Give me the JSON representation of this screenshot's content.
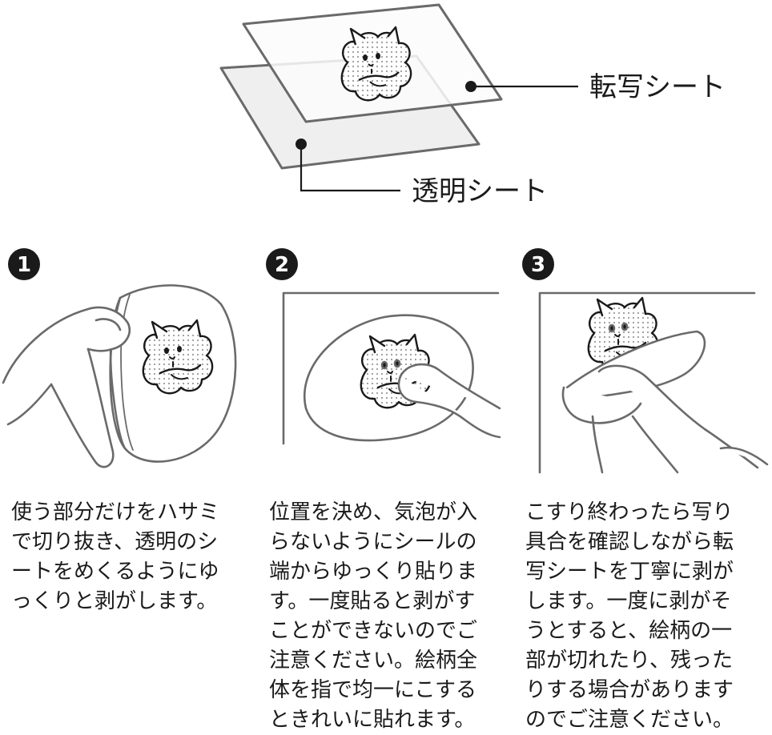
{
  "labels": {
    "transfer_sheet": "転写シート",
    "clear_sheet": "透明シート"
  },
  "steps": [
    {
      "number": "1",
      "text": "使う部分だけをハサミ\nで切り抜き、透明のシ\nートをめくるようにゆ\nっくりと剥がします。"
    },
    {
      "number": "2",
      "text": "位置を決め、気泡が入\nらないようにシールの\n端からゆっくり貼りま\nす。一度貼ると剥がす\nことができないのでご\n注意ください。絵柄全\n体を指で均一にこする\nときれいに貼れます。"
    },
    {
      "number": "3",
      "text": "こすり終わったら写り\n具合を確認しながら転\n写シートを丁寧に剥が\nします。一度に剥がそ\nうとすると、絵柄の一\n部が切れたり、残った\nりする場合があります\nのでご注意ください。"
    }
  ],
  "colors": {
    "line": "#6a6a6a",
    "ink": "#1a1a1a",
    "sheet_fill": "#efefef",
    "transfer_fill": "#fbfbfb"
  },
  "icons": [
    "hamster-illustration",
    "hand-illustration"
  ]
}
